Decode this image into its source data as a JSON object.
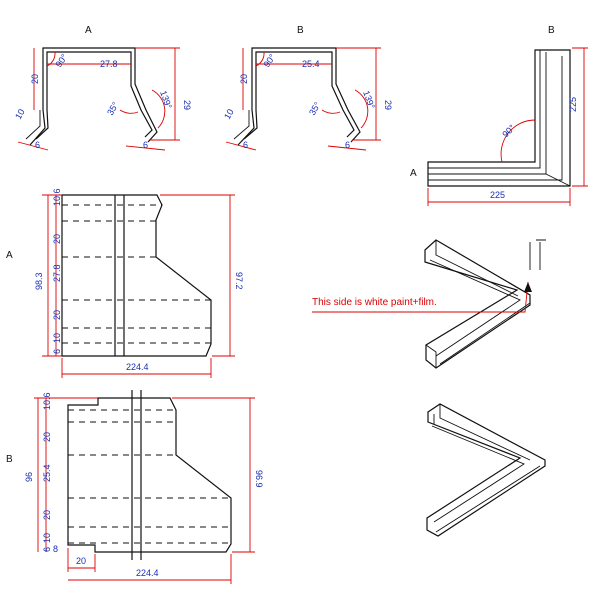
{
  "sections": {
    "profile_a": {
      "label": "A",
      "dims": {
        "angle_top": "90°",
        "width": "27.8",
        "height": "29",
        "side": "20",
        "lip": "10",
        "foot": "6",
        "angle_left": "35°",
        "angle_right": "139°",
        "foot_right": "6"
      }
    },
    "profile_b": {
      "label": "B",
      "dims": {
        "angle_top": "90°",
        "width": "25.4",
        "height": "29",
        "side": "20",
        "lip": "10",
        "foot": "6",
        "angle_left": "35°",
        "angle_right": "139°",
        "foot_right": "6"
      }
    },
    "corner": {
      "label_a": "A",
      "label_b": "B",
      "angle": "90°",
      "width": "225",
      "height": "225"
    },
    "flat_a": {
      "label": "A",
      "segments": [
        "10.6",
        "20",
        "27.8",
        "20",
        "10",
        "6"
      ],
      "total_left": "98.3",
      "total_right": "97.2",
      "length": "224.4"
    },
    "flat_b": {
      "label": "B",
      "segments": [
        "10.6",
        "20",
        "25.4",
        "20",
        "10",
        "6"
      ],
      "total_left": "96",
      "total_right": "96.9",
      "length": "224.4",
      "notch": "20",
      "notch_h": "8"
    },
    "iso": {
      "note": "This side is white paint+film."
    }
  }
}
